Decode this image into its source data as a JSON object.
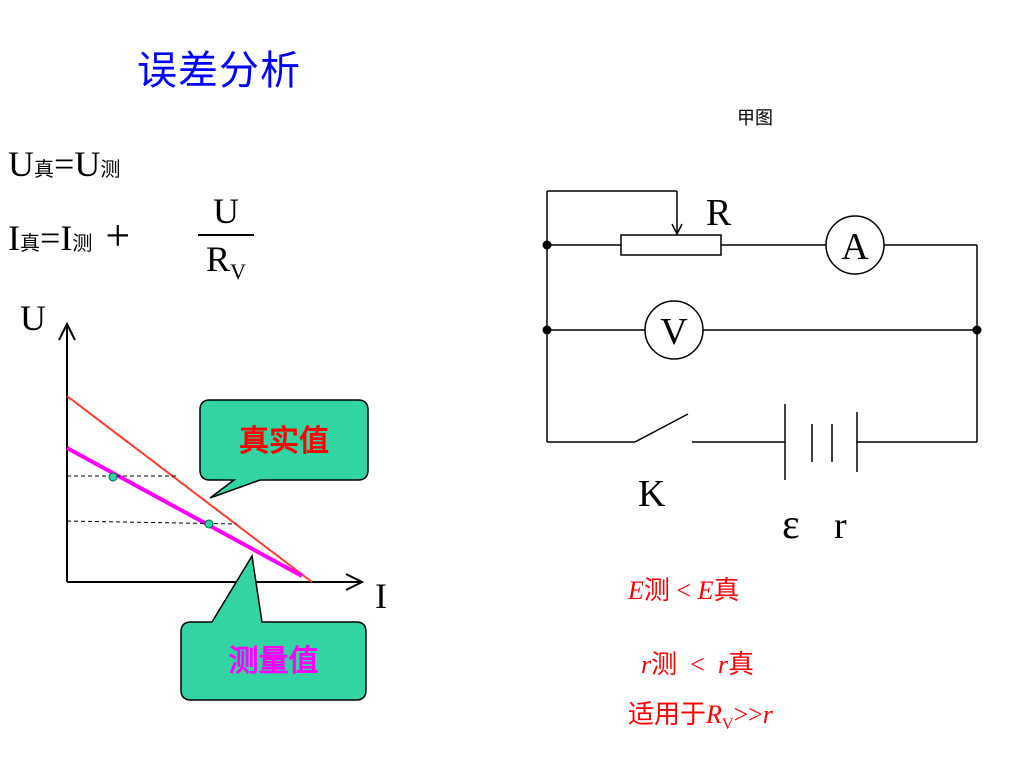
{
  "title": "误差分析",
  "figure_label": "甲图",
  "formulas": {
    "u_true": "U",
    "u_true_sub": "真",
    "equals": "=",
    "u_meas": "U",
    "u_meas_sub": "测",
    "i_true": "I",
    "i_true_sub": "真",
    "i_meas": "I",
    "i_meas_sub": "测",
    "plus": "+",
    "frac_num": "U",
    "frac_den": "R",
    "frac_den_sub": "V"
  },
  "graph": {
    "y_axis_label": "U",
    "x_axis_label": "I",
    "true_callout": "真实值",
    "measured_callout": "测量值",
    "colors": {
      "true_line": "#ff3b30",
      "measured_line": "#ff00ff",
      "callout_fill": "#33d4a3",
      "true_text": "#ff0000",
      "measured_text": "#ff00ff"
    }
  },
  "circuit": {
    "rheostat_label": "R",
    "ammeter_label": "A",
    "voltmeter_label": "V",
    "switch_label": "K",
    "emf_label": "ε",
    "internal_r_label": "r"
  },
  "results": {
    "line1_E": "E",
    "line1_meas": "测",
    "line1_lt": " < ",
    "line1_E2": "E",
    "line1_true": "真",
    "line2_r": "r",
    "line2_meas": "测",
    "line2_lt": "  <  ",
    "line2_r2": "r",
    "line2_true": "真",
    "line3_prefix": "适用于",
    "line3_R": "R",
    "line3_sub": "V",
    "line3_suffix": ">>",
    "line3_r": "r"
  }
}
